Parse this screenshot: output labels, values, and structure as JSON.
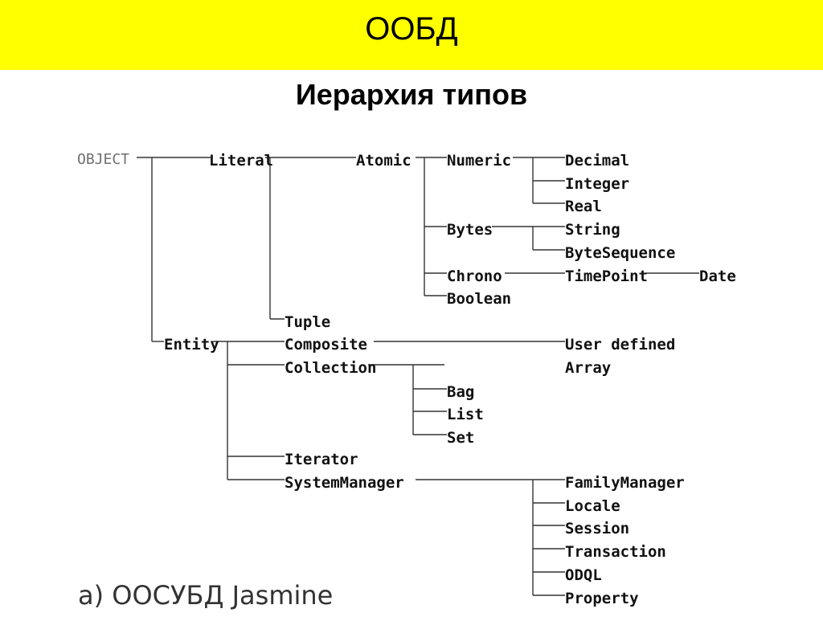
{
  "header": {
    "title": "ООБД"
  },
  "subtitle": "Иерархия типов",
  "caption": "а) ООСУБД Jasmine",
  "colors": {
    "banner": "#ffff00",
    "text": "#111111",
    "root_label": "#6f6f6f"
  },
  "tree": {
    "object": "OBJECT",
    "literal": "Literal",
    "atomic": "Atomic",
    "numeric": "Numeric",
    "decimal": "Decimal",
    "integer": "Integer",
    "real": "Real",
    "bytes": "Bytes",
    "string": "String",
    "byte_sequence": "ByteSequence",
    "chrono": "Chrono",
    "time_point": "TimePoint",
    "date": "Date",
    "boolean": "Boolean",
    "tuple": "Tuple",
    "entity": "Entity",
    "composite": "Composite",
    "user_defined": "User defined",
    "collection": "Collection",
    "array": "Array",
    "bag": "Bag",
    "list": "List",
    "set": "Set",
    "iterator": "Iterator",
    "system_manager": "SystemManager",
    "family_manager": "FamilyManager",
    "locale": "Locale",
    "session": "Session",
    "transaction": "Transaction",
    "odql": "ODQL",
    "property": "Property"
  }
}
